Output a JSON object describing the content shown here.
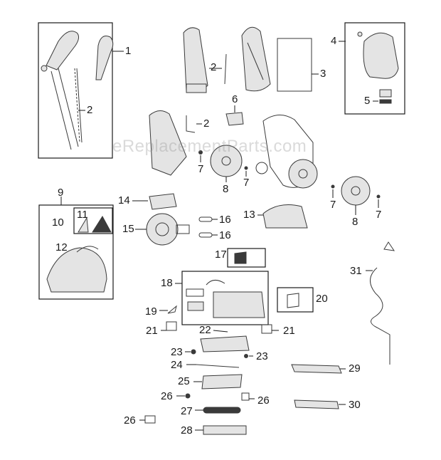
{
  "watermark": "eReplacementParts.com",
  "callouts": {
    "c1": "1",
    "c2a": "2",
    "c2b": "2",
    "c2c": "2",
    "c3": "3",
    "c4": "4",
    "c5": "5",
    "c6": "6",
    "c7a": "7",
    "c7b": "7",
    "c7c": "7",
    "c7d": "7",
    "c8a": "8",
    "c8b": "8",
    "c9": "9",
    "c10": "10",
    "c11": "11",
    "c12": "12",
    "c13": "13",
    "c14": "14",
    "c15": "15",
    "c16a": "16",
    "c16b": "16",
    "c17": "17",
    "c18": "18",
    "c19": "19",
    "c20": "20",
    "c21a": "21",
    "c21b": "21",
    "c22": "22",
    "c23a": "23",
    "c23b": "23",
    "c24": "24",
    "c25": "25",
    "c26a": "26",
    "c26b": "26",
    "c26c": "26",
    "c27": "27",
    "c28": "28",
    "c29": "29",
    "c30": "30",
    "c31": "31"
  },
  "colors": {
    "line": "#3a3a3a",
    "text": "#1a1a1a",
    "watermark": "#969696"
  }
}
